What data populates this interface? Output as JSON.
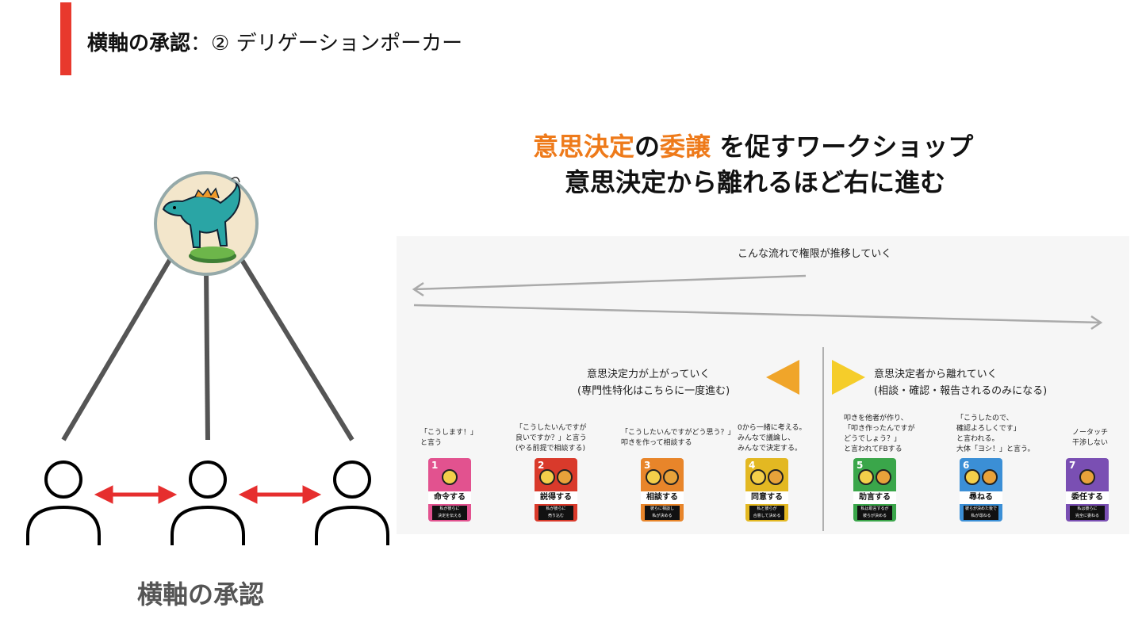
{
  "header": {
    "title_bold": "横軸の承認",
    "title_rest": "：② デリゲーションポーカー",
    "accent_color": "#e8392d"
  },
  "headline": {
    "line1_hl1": "意思決定",
    "line1_mid": "の",
    "line1_hl2": "委譲",
    "line1_rest": " を促すワークショップ",
    "line2": "意思決定から離れるほど右に進む",
    "highlight_color": "#ee7a1a"
  },
  "diagram": {
    "top_icon": "dinosaur-figure-icon",
    "person_icon": "person-outline-icon",
    "arrow_color": "#e62e2e",
    "label": "横軸の承認"
  },
  "panel": {
    "flow_title": "こんな流れで権限が推移していく",
    "left_group": {
      "line1": "意思決定力が上がっていく",
      "line2": "(専門性特化はこちらに一度進む)"
    },
    "right_group": {
      "line1": "意思決定者から離れていく",
      "line2": "(相談・確認・報告されるのみになる)"
    },
    "cards": [
      {
        "num": "1",
        "label": "命令する",
        "color": "#e2528f",
        "sub1": "私が彼らに",
        "sub2": "決定を伝える",
        "cap1": "「こうします！」",
        "cap2": "と言う",
        "cap3": ""
      },
      {
        "num": "2",
        "label": "説得する",
        "color": "#d93a2b",
        "sub1": "私が彼らに",
        "sub2": "売り込む",
        "cap1": "「こうしたいんですが",
        "cap2": "良いですか？」と言う",
        "cap3": "(やる前提で相談する)"
      },
      {
        "num": "3",
        "label": "相談する",
        "color": "#e8852a",
        "sub1": "彼らに相談し",
        "sub2": "私が決める",
        "cap1": "「こうしたいんですがどう思う？」",
        "cap2": "叩きを作って相談する",
        "cap3": ""
      },
      {
        "num": "4",
        "label": "同意する",
        "color": "#e3b822",
        "sub1": "私と彼らが",
        "sub2": "合意して決める",
        "cap1": "0から一緒に考える。",
        "cap2": "みんなで議論し、",
        "cap3": "みんなで決定する。"
      },
      {
        "num": "5",
        "label": "助言する",
        "color": "#3aa64a",
        "sub1": "私は助言するが",
        "sub2": "彼らが決める",
        "cap1": "叩きを他者が作り、",
        "cap2": "「叩き作ったんですが",
        "cap3": "どうでしょう？」",
        "cap4": "と言われてFBする"
      },
      {
        "num": "6",
        "label": "尋ねる",
        "color": "#3b8fd6",
        "sub1": "彼らが決めた後で",
        "sub2": "私が尋ねる",
        "cap1": "「こうしたので、",
        "cap2": "確認よろしくです」",
        "cap3": "と言われる。",
        "cap4": "大体「ヨシ！」と言う。"
      },
      {
        "num": "7",
        "label": "委任する",
        "color": "#7a4fb3",
        "sub1": "私は彼らに",
        "sub2": "完全に委ねる",
        "cap1": "ノータッチ",
        "cap2": "干渉しない",
        "cap3": ""
      }
    ]
  }
}
